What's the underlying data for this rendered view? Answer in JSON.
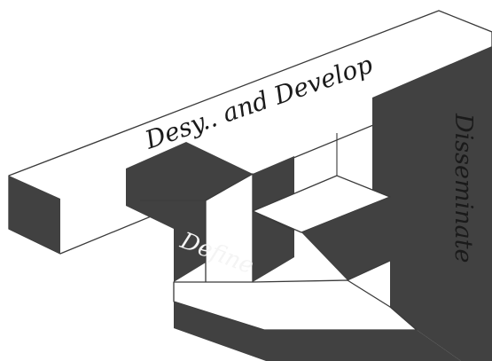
{
  "diagram": {
    "labels": {
      "design_develop": "Desy.. and Develop",
      "disseminate": "Disseminate",
      "define": "Define"
    },
    "colors": {
      "dark": "#414141",
      "light": "#ffffff",
      "stroke": "#3a3a3a"
    }
  }
}
